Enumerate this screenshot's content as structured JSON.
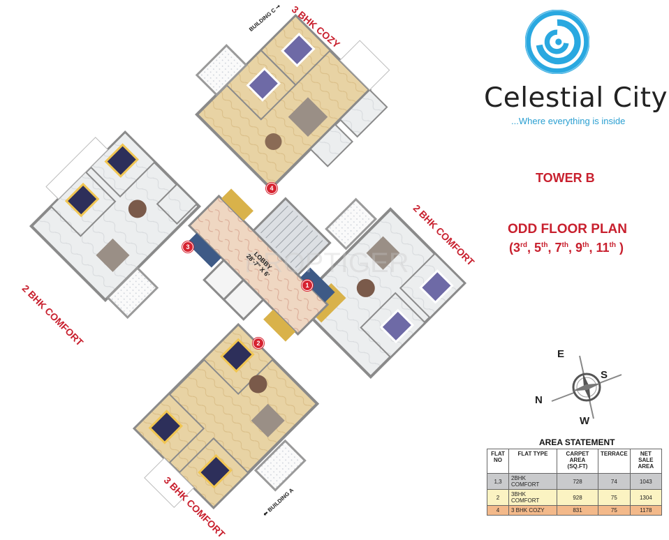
{
  "brand": {
    "name": "Celestial City",
    "tagline": "...Where everything is inside",
    "logo_icon": "blue-swirl-icon",
    "colors": {
      "swirl": "#29a8e0",
      "title": "#222222",
      "tagline": "#2a9fd1"
    }
  },
  "plan_info": {
    "tower": "TOWER B",
    "plan_name": "ODD FLOOR PLAN",
    "floors_open": "(",
    "floors": [
      {
        "num": "3",
        "sup": "rd"
      },
      {
        "num": "5",
        "sup": "th"
      },
      {
        "num": "7",
        "sup": "th"
      },
      {
        "num": "9",
        "sup": "th"
      },
      {
        "num": "11",
        "sup": "th"
      }
    ],
    "floors_close": " )",
    "accent_color": "#c8202e"
  },
  "compass": {
    "E": "E",
    "S": "S",
    "N": "N",
    "W": "W",
    "icon": "compass-rose-icon"
  },
  "floor_plan": {
    "unit_labels": {
      "top": "3 BHK COZY",
      "right": "2 BHK COMFORT",
      "left": "2 BHK COMFORT",
      "bottom": "3 BHK COMFORT"
    },
    "building_labels": {
      "top": "BUILDING C",
      "bottom": "BUILDING A"
    },
    "lobby": {
      "label": "LOBBY",
      "dims": "28'-7\" X 6'"
    },
    "flat_badges": [
      "1",
      "2",
      "3",
      "4"
    ],
    "watermark": "PROPTIGER"
  },
  "area_statement": {
    "title": "AREA STATEMENT",
    "headers": [
      "FLAT NO",
      "FLAT TYPE",
      "CARPET AREA (SQ.FT)",
      "TERRACE",
      "NET SALE AREA"
    ],
    "rows": [
      {
        "flat_no": "1,3",
        "type": "2BHK COMFORT",
        "carpet": "728",
        "terrace": "74",
        "net": "1043",
        "color": "#c9cacc"
      },
      {
        "flat_no": "2",
        "type": "3BHK COMFORT",
        "carpet": "928",
        "terrace": "75",
        "net": "1304",
        "color": "#fbf3c2"
      },
      {
        "flat_no": "4",
        "type": "3 BHK COZY",
        "carpet": "831",
        "terrace": "75",
        "net": "1178",
        "color": "#f3b98a"
      }
    ]
  }
}
